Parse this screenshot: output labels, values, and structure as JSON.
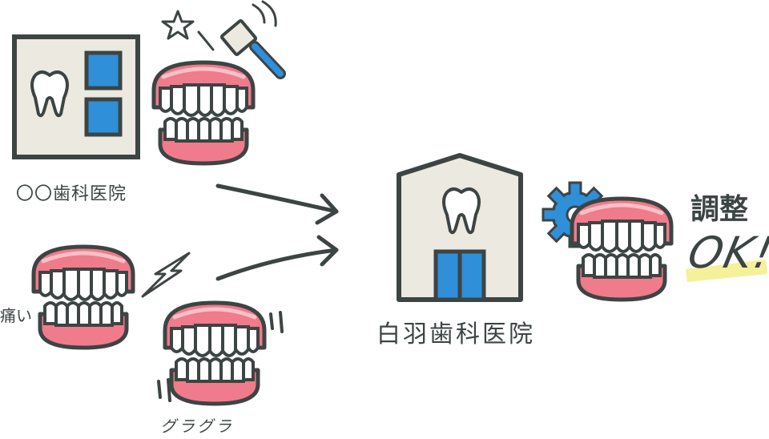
{
  "labels": {
    "other_clinic": "〇〇歯科医院",
    "pain": "痛い",
    "wobble": "グラグラ",
    "our_clinic": "白羽歯科医院",
    "adjust": "調整",
    "ok": "OK!"
  },
  "icons": [
    "star-icon",
    "hammer-icon",
    "tooth-icon",
    "gear-icon",
    "lightning-icon",
    "denture-icon",
    "arrow-icon"
  ],
  "colors": {
    "ink": "#3d4444",
    "gum": "#f07b8a",
    "gum_light": "#f6a3ad",
    "tooth": "#ffffff",
    "panel": "#ece9e1",
    "blue": "#2f8fd8",
    "highlight": "#f5f09a"
  }
}
